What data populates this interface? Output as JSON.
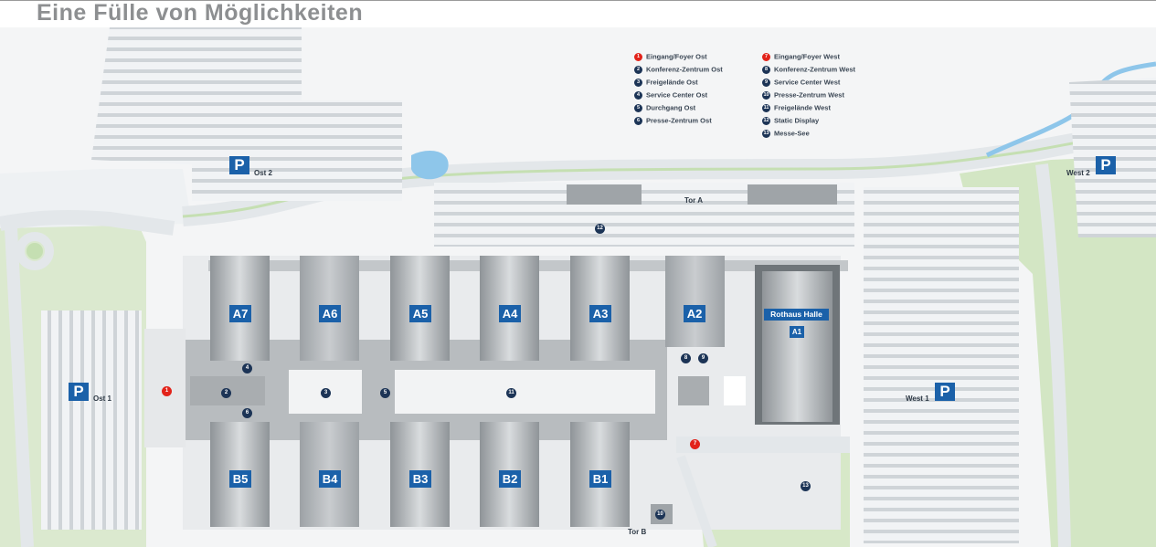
{
  "title": "Eine Fülle von Möglichkeiten",
  "colors": {
    "hall_label": "#1b61a9",
    "marker_red": "#e2231a",
    "marker_blue": "#1c3456",
    "green": "#c5dfb2",
    "road": "#e6e9ec",
    "water": "#8ec6ea"
  },
  "legend": {
    "left": [
      {
        "n": "1",
        "label": "Eingang/Foyer Ost",
        "color": "red"
      },
      {
        "n": "2",
        "label": "Konferenz-Zentrum Ost",
        "color": "blue"
      },
      {
        "n": "3",
        "label": "Freigelände Ost",
        "color": "blue"
      },
      {
        "n": "4",
        "label": "Service Center Ost",
        "color": "blue"
      },
      {
        "n": "5",
        "label": "Durchgang Ost",
        "color": "blue"
      },
      {
        "n": "6",
        "label": "Presse-Zentrum Ost",
        "color": "blue"
      }
    ],
    "right": [
      {
        "n": "7",
        "label": "Eingang/Foyer West",
        "color": "red"
      },
      {
        "n": "8",
        "label": "Konferenz-Zentrum West",
        "color": "blue"
      },
      {
        "n": "9",
        "label": "Service Center West",
        "color": "blue"
      },
      {
        "n": "10",
        "label": "Presse-Zentrum West",
        "color": "blue"
      },
      {
        "n": "11",
        "label": "Freigelände West",
        "color": "blue"
      },
      {
        "n": "12",
        "label": "Static Display",
        "color": "blue"
      },
      {
        "n": "13",
        "label": "Messe-See",
        "color": "blue"
      }
    ]
  },
  "halls_top": [
    "A7",
    "A6",
    "A5",
    "A4",
    "A3",
    "A2"
  ],
  "halls_bottom": [
    "B5",
    "B4",
    "B3",
    "B2",
    "B1"
  ],
  "rothaus": {
    "name": "Rothaus Halle",
    "code": "A1"
  },
  "parking": {
    "symbol": "P",
    "ost1": "Ost 1",
    "ost2": "Ost 2",
    "west1": "West 1",
    "west2": "West 2"
  },
  "gates": {
    "tor_a": "Tor A",
    "tor_b": "Tor B"
  },
  "markers": {
    "m1": "1",
    "m2": "2",
    "m3": "3",
    "m4": "4",
    "m5": "5",
    "m6": "6",
    "m7": "7",
    "m8": "8",
    "m9": "9",
    "m10": "10",
    "m11": "11",
    "m12": "12",
    "m13": "13"
  }
}
